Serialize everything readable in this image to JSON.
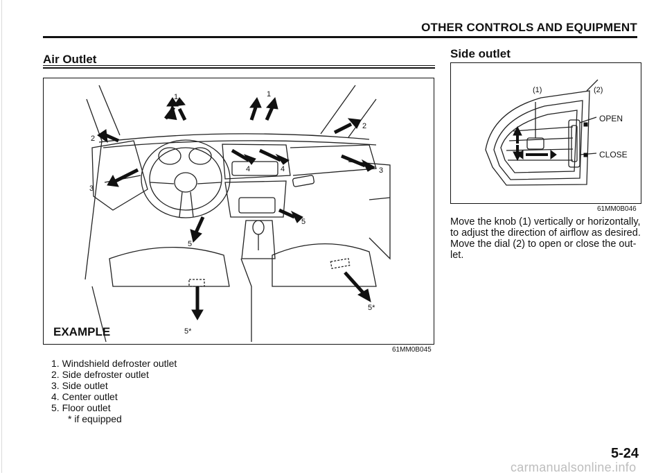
{
  "header": {
    "title": "OTHER CONTROLS AND EQUIPMENT"
  },
  "left_section": {
    "title": "Air Outlet",
    "figure": {
      "example_label": "EXAMPLE",
      "code": "61MM0B045",
      "callouts": [
        "1",
        "1",
        "2",
        "2",
        "3",
        "3",
        "4",
        "4",
        "5",
        "5",
        "5*",
        "5*"
      ]
    },
    "legend": [
      "1. Windshield defroster outlet",
      "2. Side defroster outlet",
      "3. Side outlet",
      "4. Center outlet",
      "5. Floor outlet"
    ],
    "legend_note": "* if equipped"
  },
  "right_section": {
    "title": "Side outlet",
    "figure": {
      "code": "61MM0B046",
      "callout_knob": "(1)",
      "callout_dial": "(2)",
      "open_label": "OPEN",
      "close_label": "CLOSE"
    },
    "paragraph": "Move the knob (1) vertically or horizontally, to adjust the direction of airflow as desired. Move the dial (2) to open or close the out-let."
  },
  "page_number": "5-24",
  "watermark": "carmanualsonline.info"
}
